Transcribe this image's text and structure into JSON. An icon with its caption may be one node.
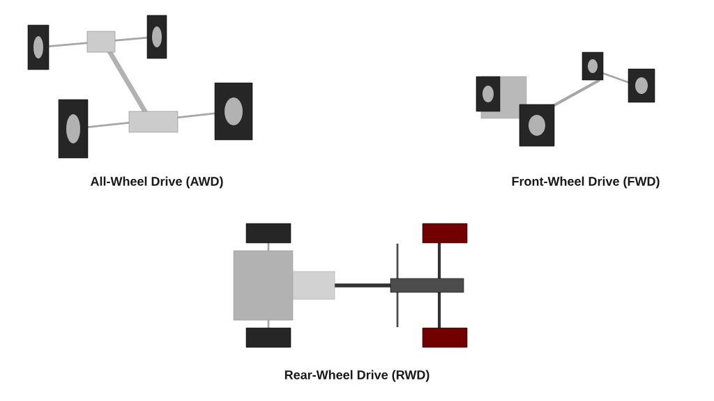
{
  "diagram": {
    "labels": [
      "All-Wheel Drive (AWD)",
      "Front-Wheel Drive (FWD)",
      "Rear-Wheel Drive (RWD)"
    ]
  }
}
